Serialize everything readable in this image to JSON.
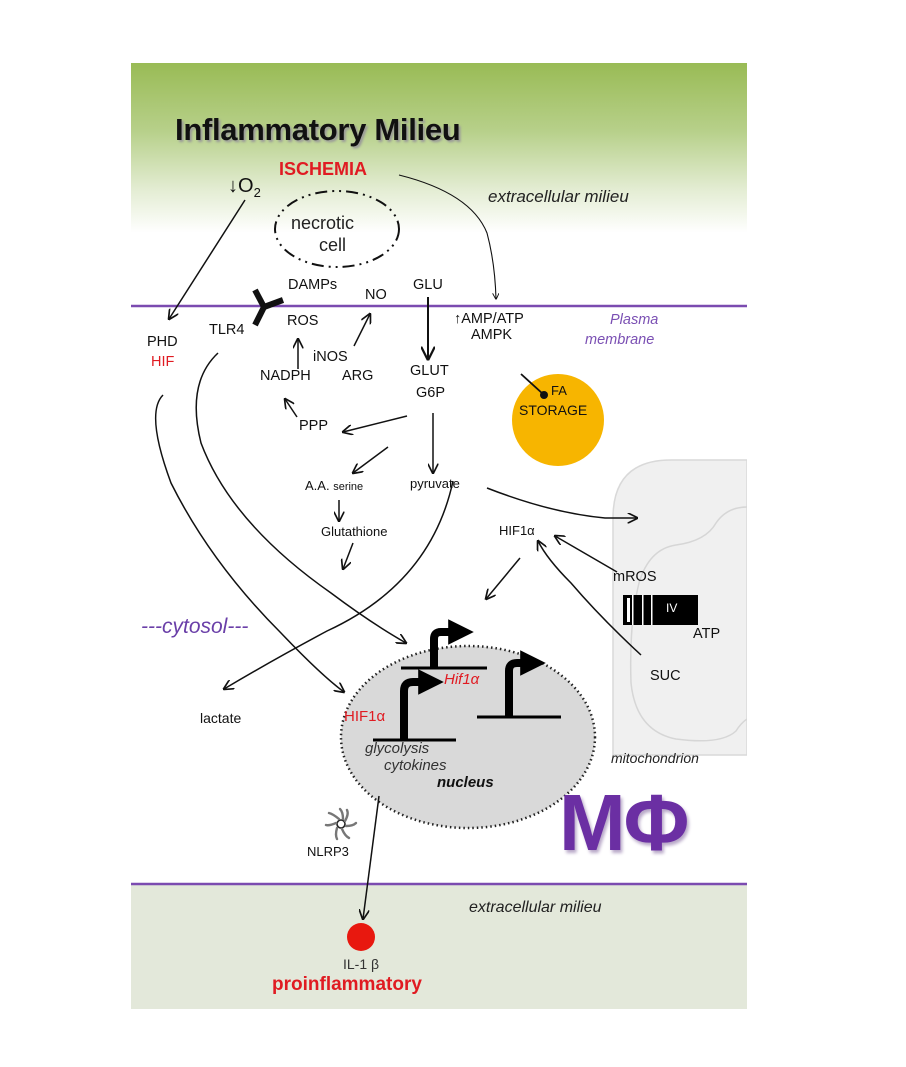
{
  "title": "Inflammatory Milieu",
  "trigger": "ISCHEMIA",
  "oxygen": {
    "arrow": "↓",
    "base": "O",
    "sub": "2"
  },
  "necrotic_cell": {
    "line1": "necrotic",
    "line2": "cell"
  },
  "compartments": {
    "extracellular_top": "extracellular milieu",
    "plasma_membrane_line1": "Plasma",
    "plasma_membrane_line2": "membrane",
    "cytosol": "---cytosol---",
    "mitochondrion": "mitochondrion",
    "nucleus": "nucleus",
    "extracellular_bottom": "extracellular milieu"
  },
  "molecules": {
    "damps": "DAMPs",
    "no": "NO",
    "glu": "GLU",
    "amp_atp": "↑AMP/ATP",
    "ampk": "AMPK",
    "phd": "PHD",
    "hif": "HIF",
    "tlr4": "TLR4",
    "ros": "ROS",
    "inos": "iNOS",
    "nadph": "NADPH",
    "arg": "ARG",
    "glut": "GLUT",
    "g6p": "G6P",
    "ppp": "PPP",
    "aa": "A.A.",
    "serine": "serine",
    "pyruvate": "pyruvate",
    "glutathione": "Glutathione",
    "hif1a_cyto": "HIF1α",
    "mros": "mROS",
    "atp": "ATP",
    "suc": "SUC",
    "lactate": "lactate",
    "nlrp3": "NLRP3",
    "il1b": "IL-1 β"
  },
  "fa_storage": {
    "line1": "FA",
    "line2": "STORAGE"
  },
  "etc_complex": {
    "first": "I",
    "last": "IV"
  },
  "nucleus_genes": {
    "hif1a_gene": "Hif1α",
    "hif1a_protein": "HIF1α",
    "targets_line1": "glycolysis",
    "targets_line2": "cytokines"
  },
  "cell_label": "MΦ",
  "outcome": "proinflammatory",
  "colors": {
    "membrane": "#7b4bb0",
    "accent_red": "#e01b22",
    "fa_storage": "#f7b500",
    "il1b": "#e8180f",
    "nucleus_fill": "#d9d9d9",
    "mito_fill": "#f0f0f0",
    "cell_label": "#6b2fa3"
  }
}
